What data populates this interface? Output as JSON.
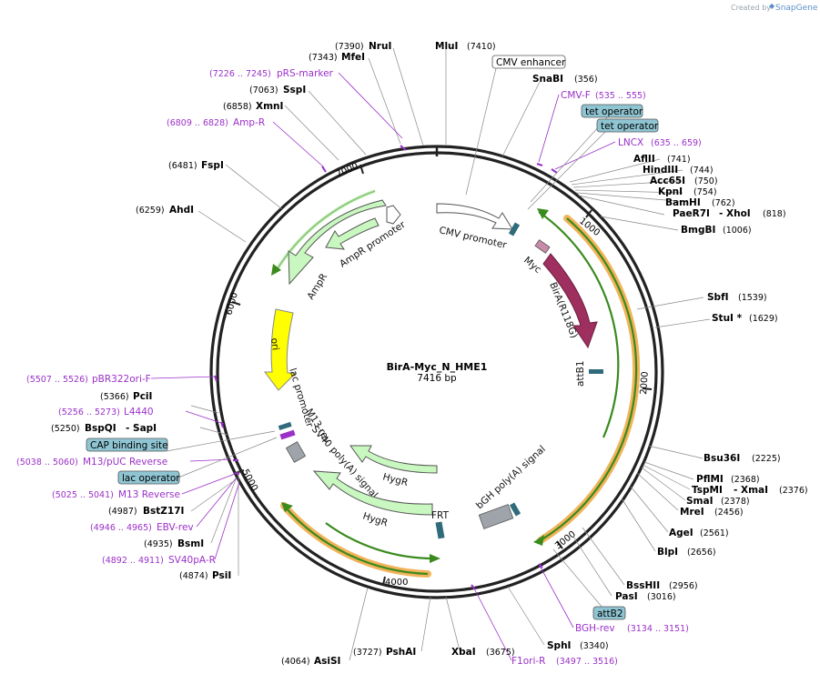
{
  "plasmid": {
    "name": "BirA-Myc_N_HME1",
    "length": "7416 bp"
  },
  "credit": {
    "prefix": "Created by",
    "brand": "SnapGene"
  },
  "ticks": [
    "1000",
    "2000",
    "3000",
    "4000",
    "5000",
    "6000",
    "7000"
  ],
  "sites": [
    {
      "name": "NruI",
      "pos": "(7390)"
    },
    {
      "name": "MfeI",
      "pos": "(7343)"
    },
    {
      "name": "MluI",
      "pos": "(7410)"
    },
    {
      "name": "SspI",
      "pos": "(7063)"
    },
    {
      "name": "XmnI",
      "pos": "(6858)"
    },
    {
      "name": "FspI",
      "pos": "(6481)"
    },
    {
      "name": "AhdI",
      "pos": "(6259)"
    },
    {
      "name": "SnaBI",
      "pos": "(356)"
    },
    {
      "name": "AflII",
      "pos": "(741)"
    },
    {
      "name": "HindIII",
      "pos": "(744)"
    },
    {
      "name": "Acc65I",
      "pos": "(750)"
    },
    {
      "name": "KpnI",
      "pos": "(754)"
    },
    {
      "name": "BamHI",
      "pos": "(762)"
    },
    {
      "name": "PaeR7I",
      "pos": ""
    },
    {
      "name": "- XhoI",
      "pos": "(818)"
    },
    {
      "name": "BmgBI",
      "pos": "(1006)"
    },
    {
      "name": "SbfI",
      "pos": "(1539)"
    },
    {
      "name": "StuI *",
      "pos": "(1629)"
    },
    {
      "name": "Bsu36I",
      "pos": "(2225)"
    },
    {
      "name": "PflMI",
      "pos": "(2368)"
    },
    {
      "name": "TspMI",
      "pos": ""
    },
    {
      "name": "- XmaI",
      "pos": "(2376)"
    },
    {
      "name": "SmaI",
      "pos": "(2378)"
    },
    {
      "name": "MreI",
      "pos": "(2456)"
    },
    {
      "name": "AgeI",
      "pos": "(2561)"
    },
    {
      "name": "BlpI",
      "pos": "(2656)"
    },
    {
      "name": "BssHII",
      "pos": "(2956)"
    },
    {
      "name": "PasI",
      "pos": "(3016)"
    },
    {
      "name": "SphI",
      "pos": "(3340)"
    },
    {
      "name": "XbaI",
      "pos": "(3675)"
    },
    {
      "name": "PshAI",
      "pos": "(3727)"
    },
    {
      "name": "AsiSI",
      "pos": "(4064)"
    },
    {
      "name": "PsiI",
      "pos": "(4874)"
    },
    {
      "name": "BsmI",
      "pos": "(4935)"
    },
    {
      "name": "BstZ17I",
      "pos": "(4987)"
    },
    {
      "name": "BspQI",
      "pos": "(5250)"
    },
    {
      "name": "- SapI",
      "pos": ""
    },
    {
      "name": "PciI",
      "pos": "(5366)"
    }
  ],
  "primers": [
    {
      "name": "pRS-marker",
      "pos": "(7226 .. 7245)"
    },
    {
      "name": "Amp-R",
      "pos": "(6809 .. 6828)"
    },
    {
      "name": "CMV-F",
      "pos": "(535 .. 555)"
    },
    {
      "name": "LNCX",
      "pos": "(635 .. 659)"
    },
    {
      "name": "pBR322ori-F",
      "pos": "(5507 .. 5526)"
    },
    {
      "name": "L4440",
      "pos": "(5256 .. 5273)"
    },
    {
      "name": "M13/pUC Reverse",
      "pos": "(5038 .. 5060)"
    },
    {
      "name": "M13 Reverse",
      "pos": "(5025 .. 5041)"
    },
    {
      "name": "EBV-rev",
      "pos": "(4946 .. 4965)"
    },
    {
      "name": "SV40pA-R",
      "pos": "(4892 .. 4911)"
    },
    {
      "name": "BGH-rev",
      "pos": "(3134 .. 3151)"
    },
    {
      "name": "F1ori-R",
      "pos": "(3497 .. 3516)"
    }
  ],
  "boxed": {
    "cmv_enhancer": "CMV enhancer",
    "tet1": "tet operator",
    "tet2": "tet operator",
    "cap": "CAP binding site",
    "lac_op": "lac operator",
    "attb2": "attB2"
  },
  "features": {
    "cmv_promoter": "CMV promoter",
    "myc": "Myc",
    "bira": "BirA(R118G)",
    "attb1": "attB1",
    "ampr_promoter": "AmpR promoter",
    "ampr": "AmpR",
    "ori": "ori",
    "lac_promoter": "lac promoter",
    "m13_rev": "M13 rev",
    "sv40": "SV40 poly(A) signal",
    "hygr1": "HygR",
    "hygr2": "HygR",
    "frt": "FRT",
    "bgh": "bGH poly(A) signal"
  },
  "colors": {
    "primer": "#9b30c8",
    "orf_green": "#3a8a1e",
    "orf_orange": "#f2b35a",
    "feature_green": "#c9f7c0",
    "bira": "#9e2f5f",
    "ori": "#ffff00",
    "box": "#8fc5d2",
    "grey": "#9ea4aa"
  }
}
